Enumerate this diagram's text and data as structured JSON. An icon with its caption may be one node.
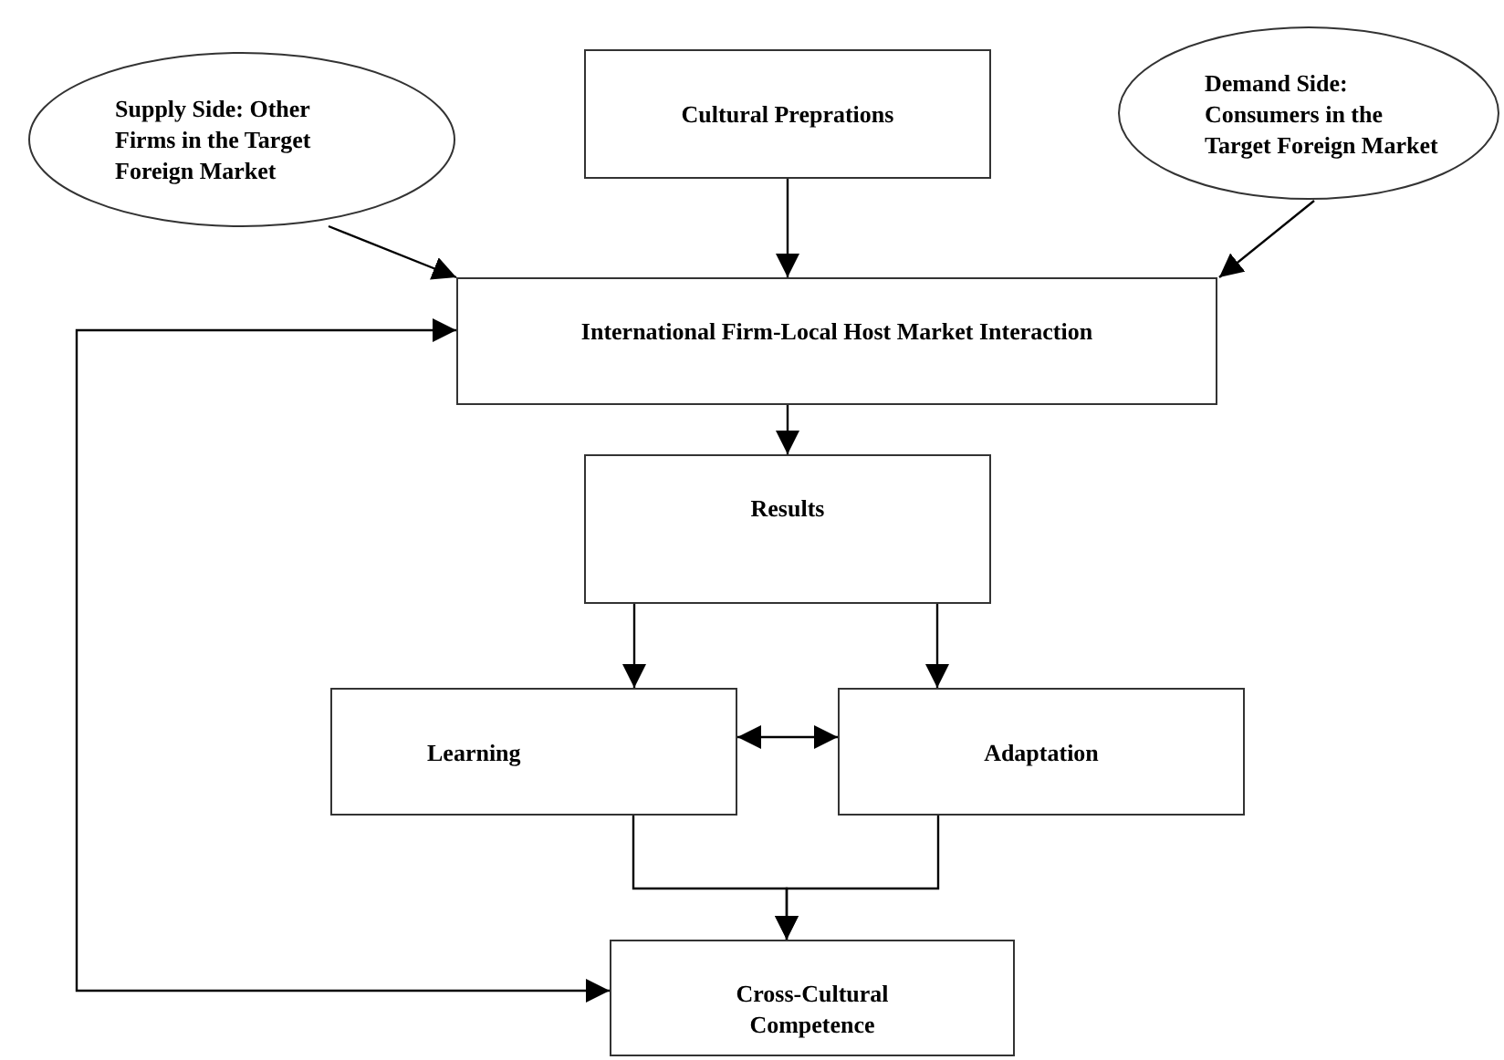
{
  "diagram": {
    "nodes": [
      {
        "text": [
          "Supply Side: Other Firms in the Target Foreign Market"
        ]
      },
      {
        "text": [
          "Cultural Preprations"
        ]
      },
      {
        "text": [
          "Demand Side: Consumers in the Target Foreign Market"
        ]
      },
      {
        "text": [
          "International Firm-Local Host Market Interaction"
        ]
      },
      {
        "text": [
          "Results"
        ]
      },
      {
        "text": [
          "Learning"
        ]
      },
      {
        "text": [
          "Adaptation"
        ]
      },
      {
        "text": [
          "Cross-Cultural Competence"
        ]
      }
    ],
    "edges": [
      {
        "from": 0,
        "to": 3,
        "arrow": "to"
      },
      {
        "from": 1,
        "to": 3,
        "arrow": "to"
      },
      {
        "from": 2,
        "to": 3,
        "arrow": "to"
      },
      {
        "from": 3,
        "to": 4,
        "arrow": "to"
      },
      {
        "from": 4,
        "to": 5,
        "arrow": "to"
      },
      {
        "from": 4,
        "to": 6,
        "arrow": "to"
      },
      {
        "from": 5,
        "to": 6,
        "arrow": "both"
      },
      {
        "from": 5,
        "to": 7,
        "arrow": "to"
      },
      {
        "from": 6,
        "to": 7,
        "arrow": "to"
      },
      {
        "from": 7,
        "to": 3,
        "arrow": "both"
      }
    ]
  }
}
